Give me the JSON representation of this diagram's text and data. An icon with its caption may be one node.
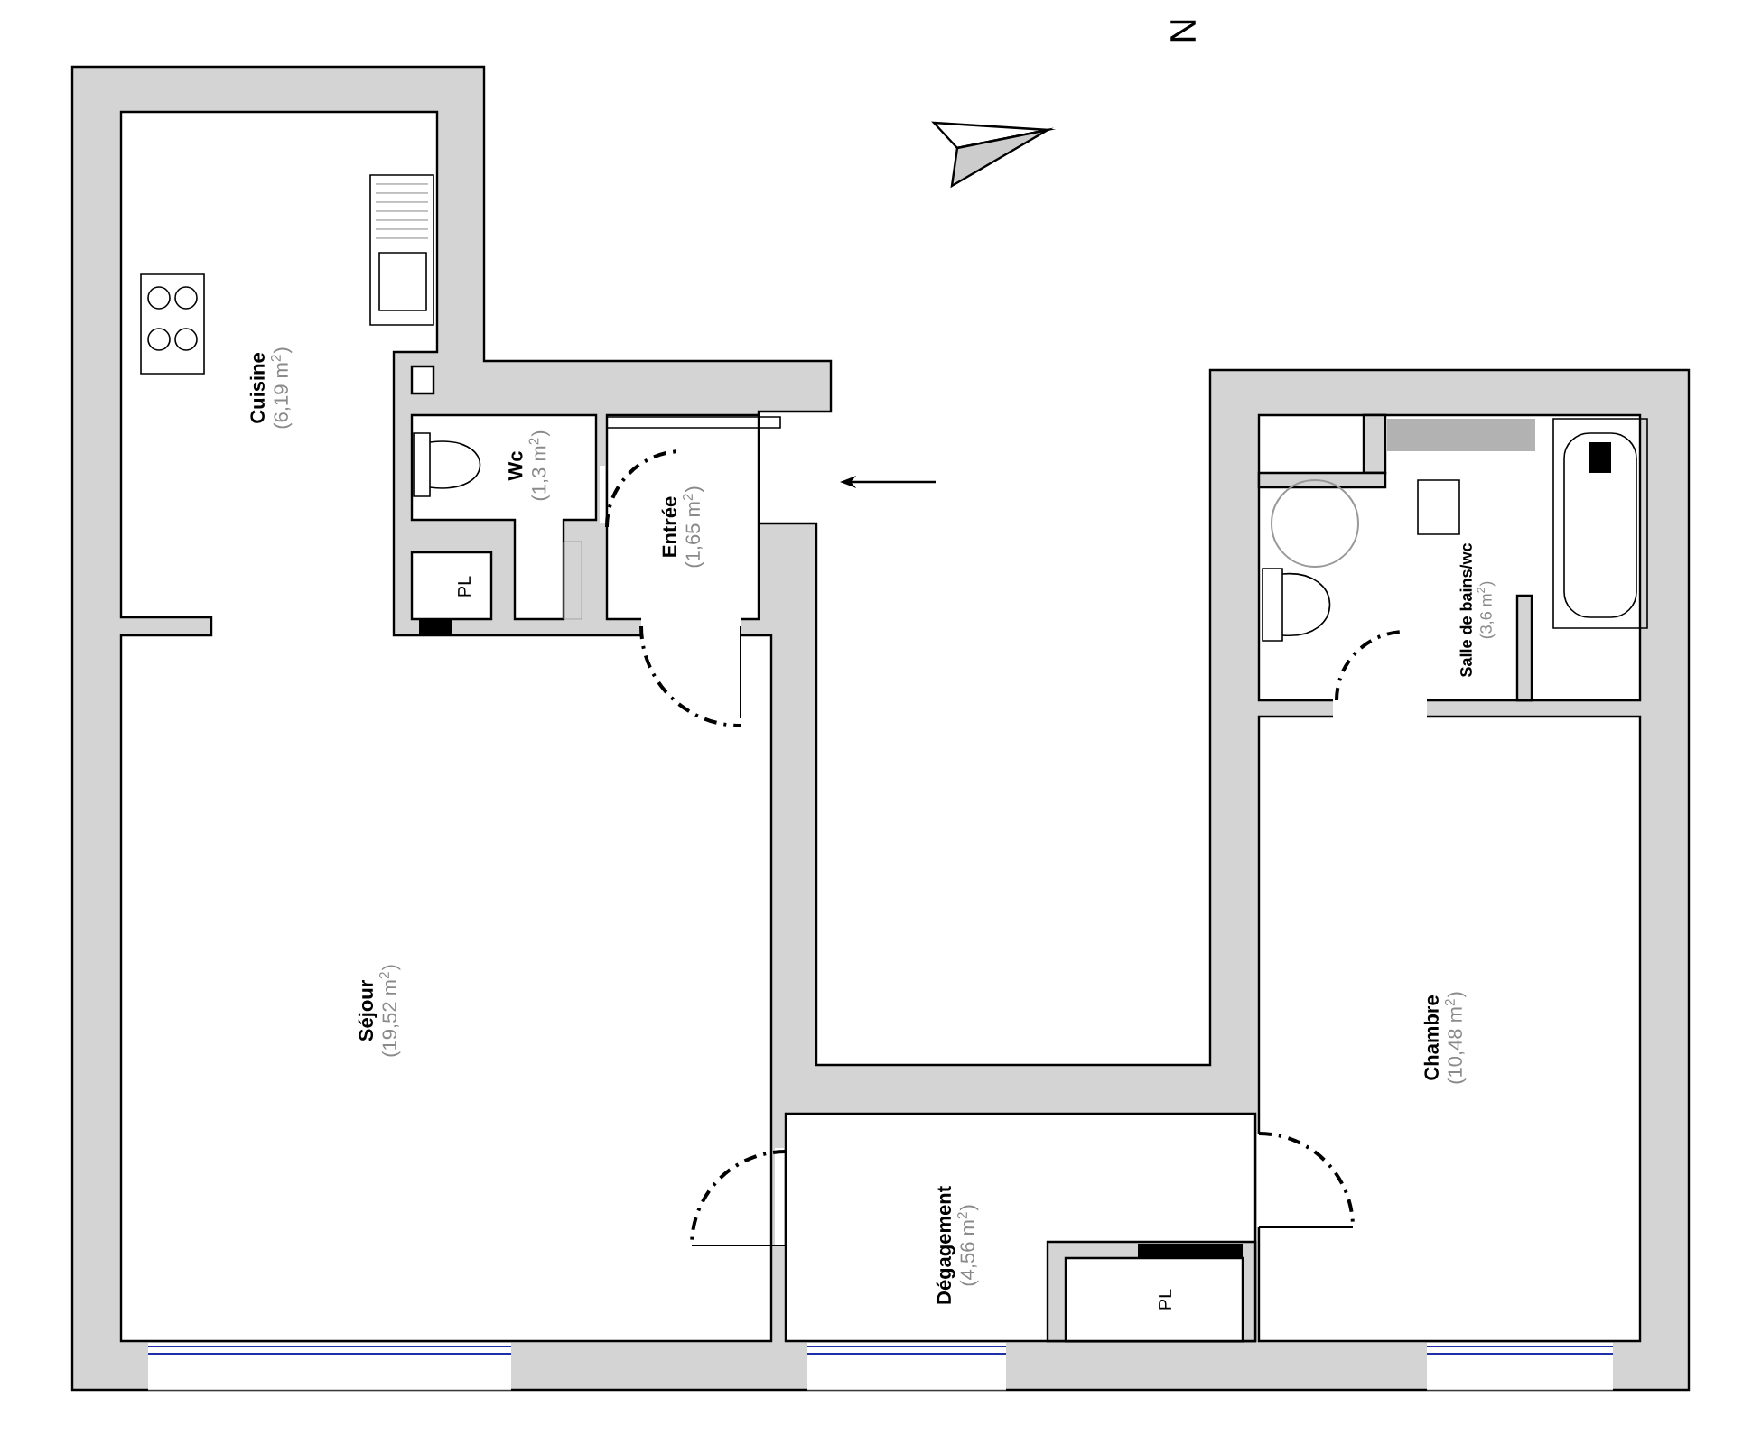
{
  "diagram": {
    "nodes": [
      {
        "text": [
          "Cuisine",
          "(6,19 m$^{2}$)"
        ]
      },
      {
        "text": [
          "Wc",
          "(1,3 m$^{2}$)"
        ]
      },
      {
        "text": [
          "Entrée",
          "(1,65 m$^{2}$)"
        ]
      },
      {
        "text": [
          "PL"
        ]
      },
      {
        "text": [
          "Salle de bains/wc",
          "(3,6 m$^{2}$)"
        ]
      },
      {
        "text": [
          "Séjour",
          "(19,52 m$^{2}$)"
        ]
      },
      {
        "text": [
          "Chambre",
          "(10,48 m$^{2}$)"
        ]
      },
      {
        "text": [
          "Dégagement",
          "(4,56 m$^{2}$)"
        ]
      },
      {
        "text": [
          "PL"
        ]
      }
    ],
    "labels": [
      "N"
    ]
  }
}
